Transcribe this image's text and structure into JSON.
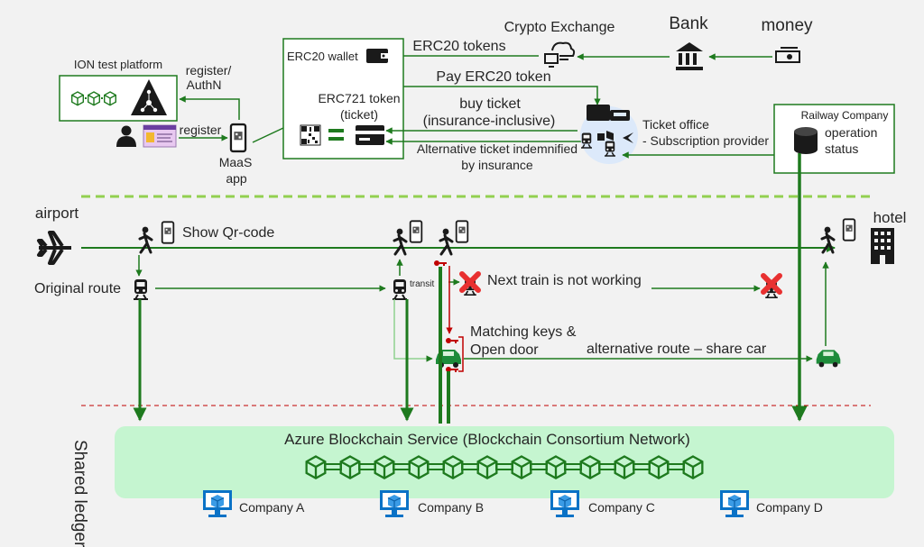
{
  "funding": {
    "crypto_exchange": "Crypto Exchange",
    "bank": "Bank",
    "money": "money",
    "erc20_tokens": "ERC20 tokens",
    "pay_erc20": "Pay ERC20 token"
  },
  "maas": {
    "ion_platform": "ION test platform",
    "register_authn": [
      "register/",
      "AuthN"
    ],
    "register": "register",
    "app_label": [
      "MaaS",
      "app"
    ],
    "wallet_title": "ERC20 wallet",
    "erc721_title": [
      "ERC721 token",
      "(ticket)"
    ]
  },
  "ticketing": {
    "buy_ticket": [
      "buy ticket",
      "(insurance-inclusive)"
    ],
    "alt_ticket": [
      "Alternative ticket indemnified",
      "by insurance"
    ],
    "office": [
      "Ticket office",
      "- Subscription provider"
    ]
  },
  "railway": {
    "title": "Railway Company",
    "status": [
      "operation",
      "status"
    ]
  },
  "journey": {
    "airport": "airport",
    "hotel": "hotel",
    "show_qr": "Show Qr-code",
    "original_route": "Original route",
    "transit": "transit",
    "next_train": "Next train is not working",
    "matching": [
      "Matching keys &",
      "Open door"
    ],
    "alternative": "alternative route – share car"
  },
  "ledger": {
    "title": "Shared ledger",
    "service": "Azure Blockchain Service (Blockchain Consortium Network)",
    "companies": [
      "Company A",
      "Company B",
      "Company C",
      "Company D"
    ]
  },
  "colors": {
    "green": "#1e7a1e",
    "light_green": "#8fd18f",
    "ledger_bg": "#c5f5d0",
    "red": "#c00000",
    "azure": "#0a72c6"
  }
}
